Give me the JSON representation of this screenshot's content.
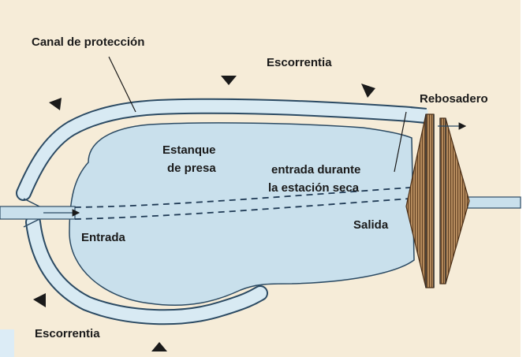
{
  "labels": {
    "channel": "Canal de protección",
    "runoff_top": "Escorrentia",
    "spillway": "Rebosadero",
    "pond_line1": "Estanque",
    "pond_line2": "de presa",
    "dry_line1": "entrada durante",
    "dry_line2": "la estación seca",
    "outlet": "Salida",
    "inlet": "Entrada",
    "runoff_bottom": "Escorrentia"
  },
  "colors": {
    "background": "#f6ecd8",
    "water": "#c9e0ec",
    "channel_fill": "#d8eaf3",
    "outline": "#2b4a63",
    "dam_fill": "#b48a5c",
    "dam_hatch": "#5a3a1e",
    "text": "#1a1a1a"
  }
}
